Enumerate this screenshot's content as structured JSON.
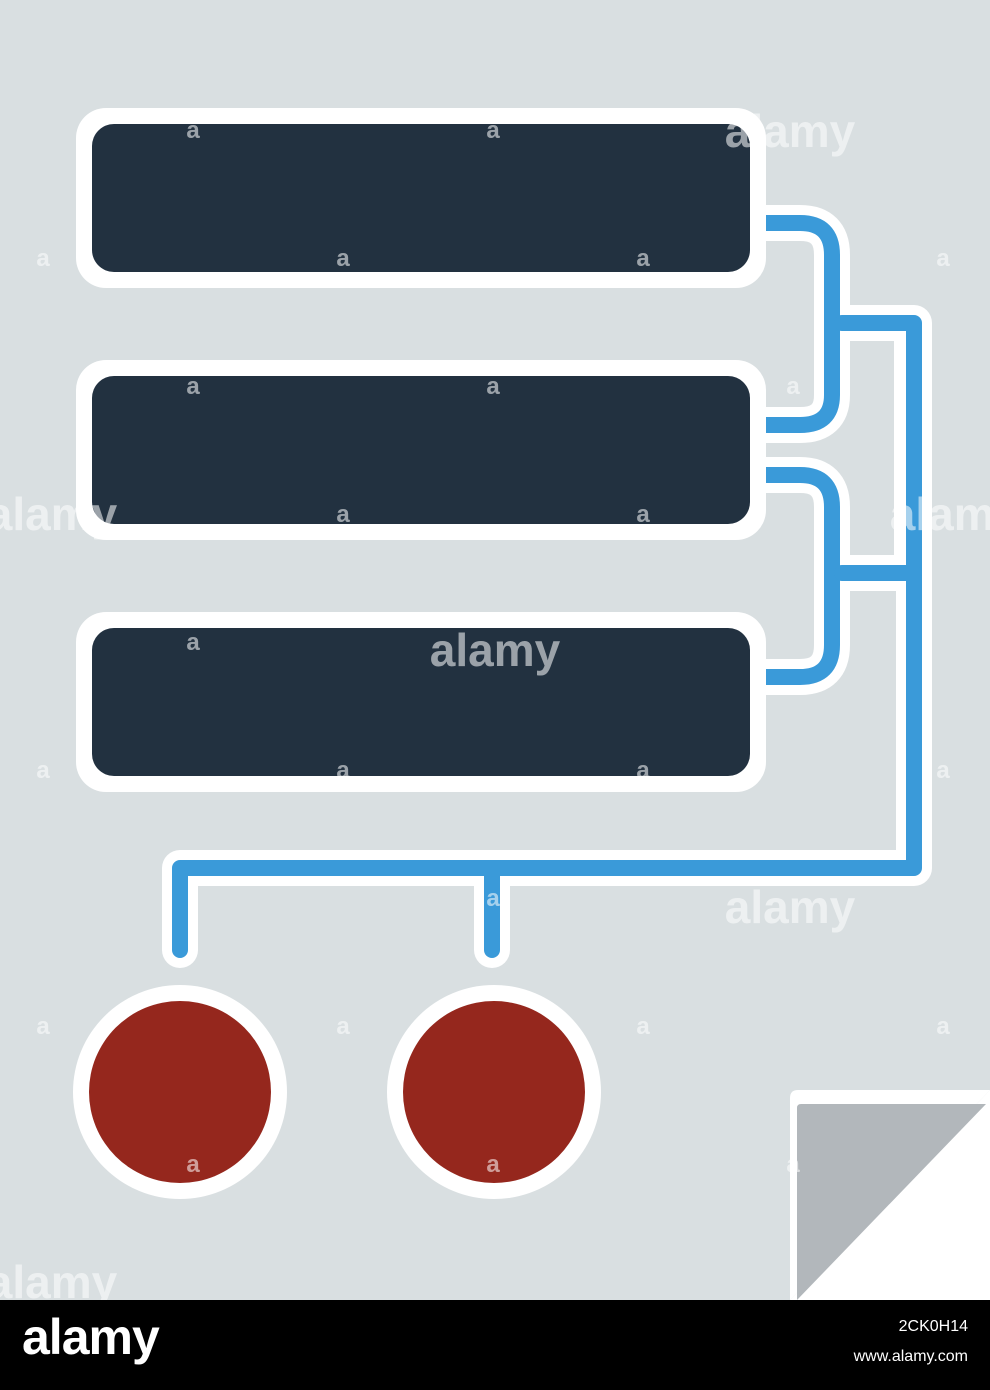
{
  "colors": {
    "page_background": "#d9dfe1",
    "folded_corner": "#b2b7bb",
    "outline": "#ffffff",
    "block_fill": "#223140",
    "connector": "#3a9ad9",
    "node_fill": "#95271d",
    "footer_background": "#000000",
    "footer_text": "#ffffff"
  },
  "icons": [
    "document-page-icon",
    "folded-corner-icon",
    "block-icon",
    "connector-icon",
    "circle-node-icon"
  ],
  "watermark": {
    "text": "alamy",
    "corner_mark": "a"
  },
  "footer": {
    "logo": "alamy",
    "image_id": "2CK0H14",
    "url": "www.alamy.com"
  }
}
